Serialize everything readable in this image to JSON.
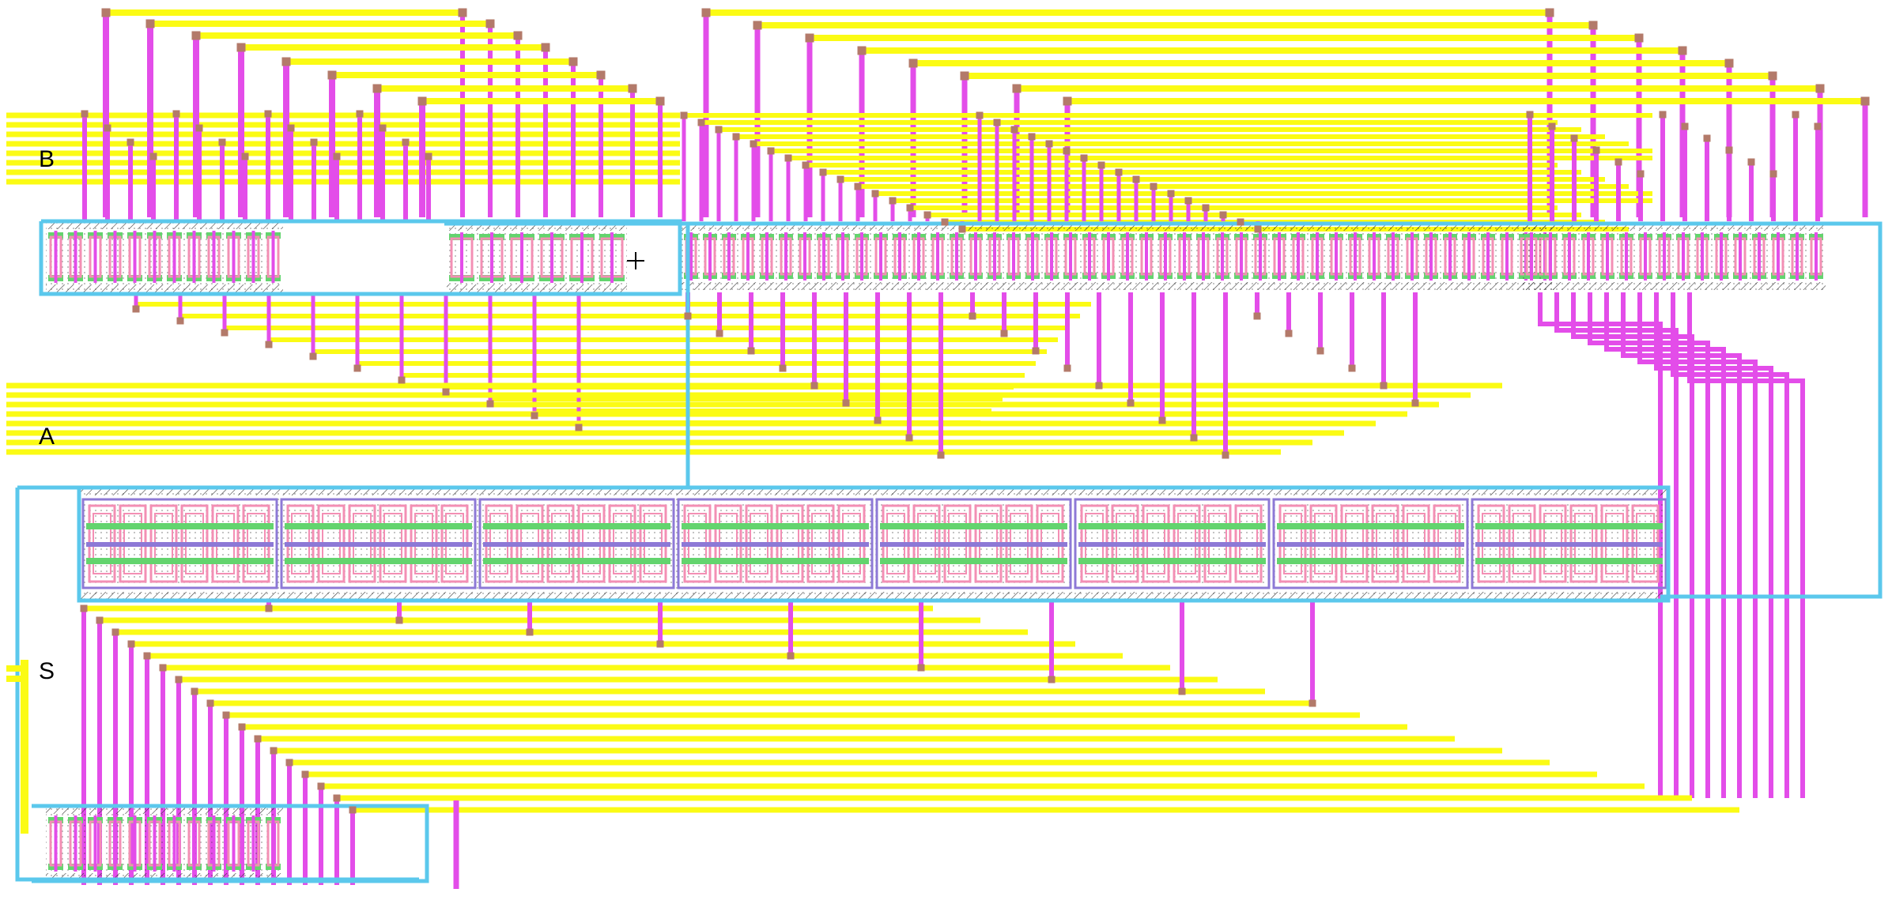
{
  "bus_labels": {
    "b": "B",
    "a": "A",
    "s": "S"
  },
  "colors": {
    "metal_yellow": "#fbfb14",
    "metal_magenta": "#e34de9",
    "via_brown": "#b37a6a",
    "boundary_cyan": "#5bc8ec",
    "poly_pink": "#f38fb4",
    "diff_green": "#63d46e",
    "well_purple": "#8d79d6",
    "hatch_dark": "#3a3a3a",
    "background": "#ffffff"
  }
}
